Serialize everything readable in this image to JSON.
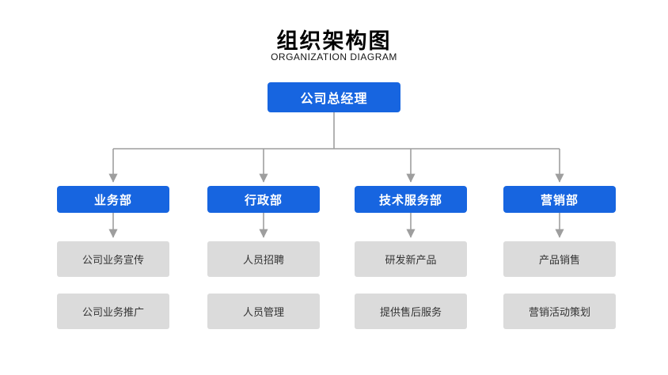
{
  "title": "组织架构图",
  "subtitle": "ORGANIZATION DIAGRAM",
  "root": {
    "label": "公司总经理"
  },
  "columns": [
    {
      "dept": "业务部",
      "items": [
        "公司业务宣传",
        "公司业务推广"
      ]
    },
    {
      "dept": "行政部",
      "items": [
        "人员招聘",
        "人员管理"
      ]
    },
    {
      "dept": "技术服务部",
      "items": [
        "研发新产品",
        "提供售后服务"
      ]
    },
    {
      "dept": "营销部",
      "items": [
        "产品销售",
        "营销活动策划"
      ]
    }
  ],
  "colors": {
    "accent": "#1765E0",
    "node_bg": "#DBDBDB",
    "connector": "#9E9E9E",
    "background": "#FFFFFF"
  }
}
